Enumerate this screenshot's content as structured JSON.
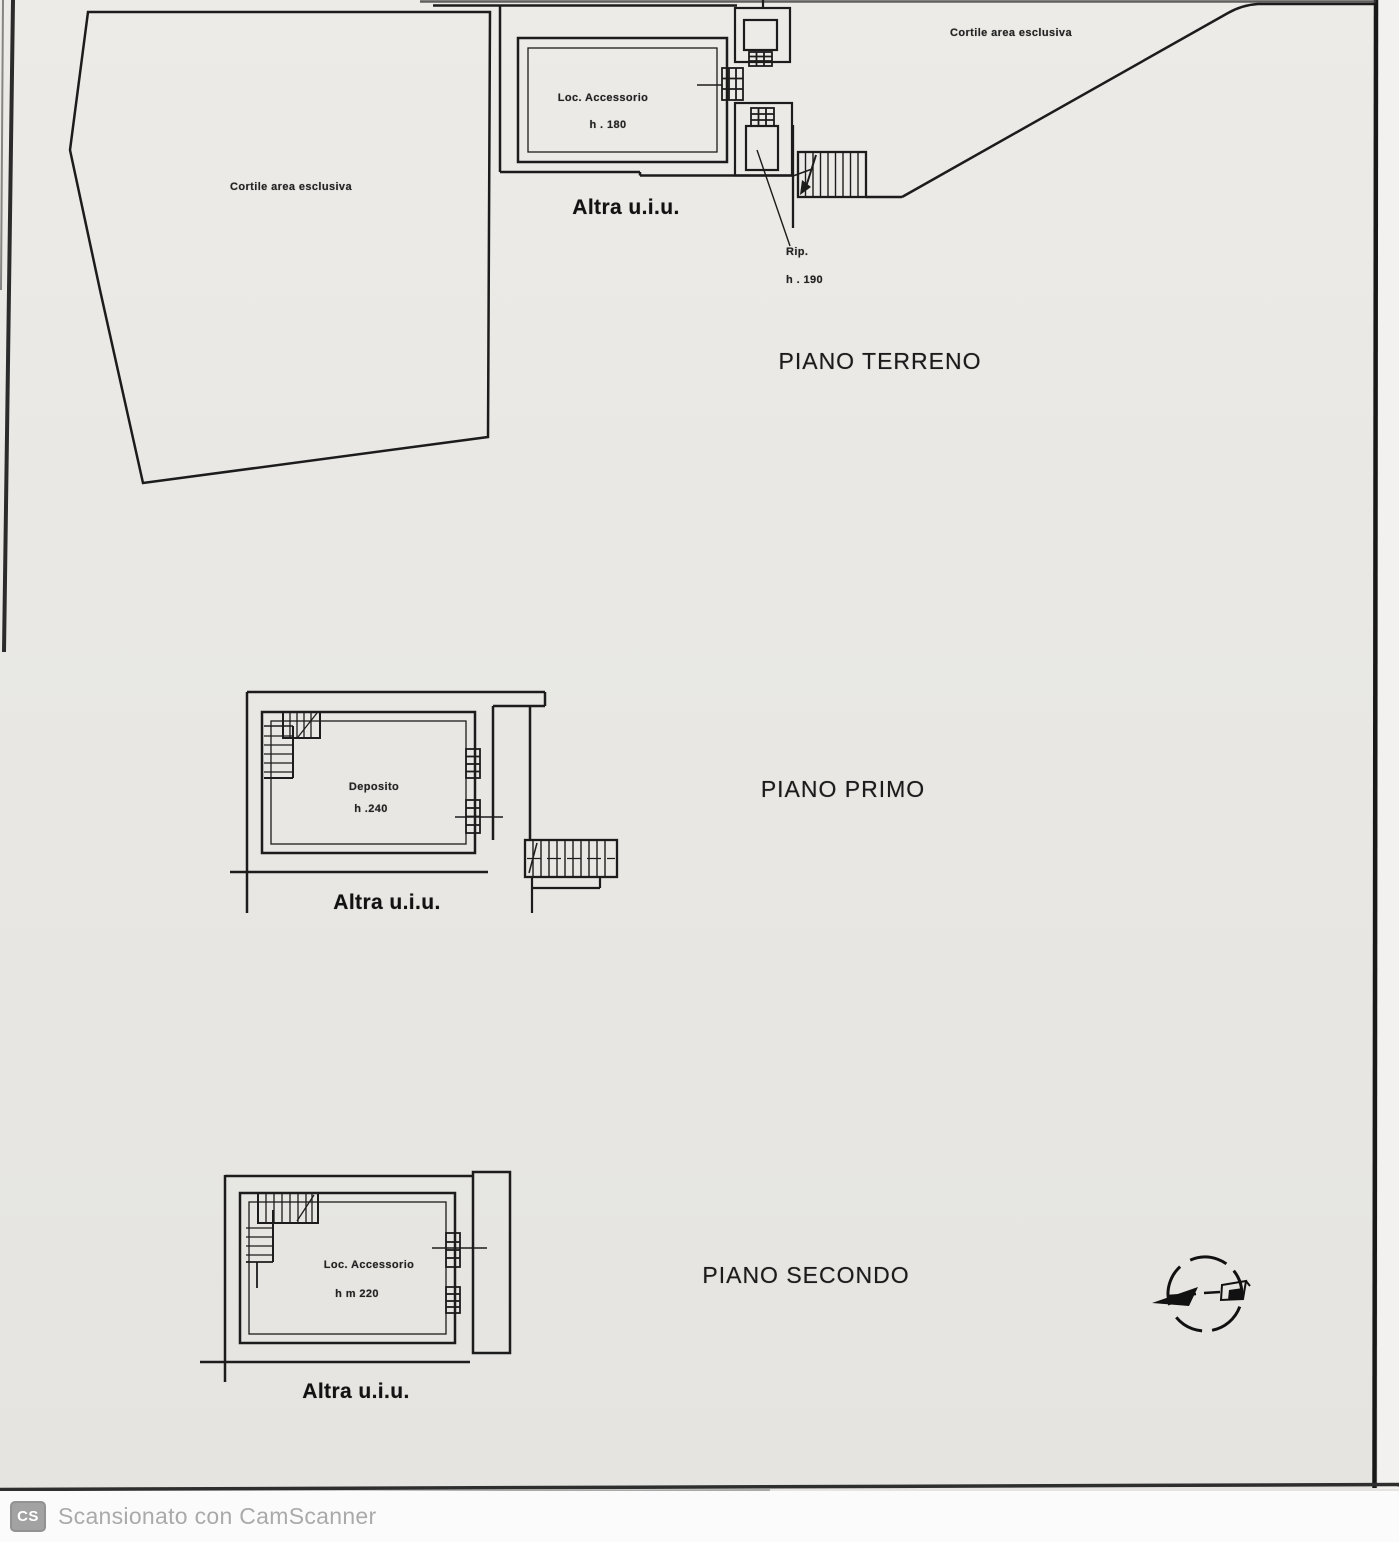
{
  "floors": [
    {
      "title": "PIANO TERRENO",
      "labels": {
        "courtyard_left": "Cortile area esclusiva",
        "courtyard_right": "Cortile area esclusiva",
        "room": "Loc. Accessorio",
        "room_height": "h . 180",
        "other_unit": "Altra u.i.u.",
        "closet": "Rip.",
        "closet_height": "h . 190"
      }
    },
    {
      "title": "PIANO PRIMO",
      "labels": {
        "room": "Deposito",
        "room_height": "h .240",
        "other_unit": "Altra u.i.u."
      }
    },
    {
      "title": "PIANO SECONDO",
      "labels": {
        "room": "Loc. Accessorio",
        "room_height": "h m 220",
        "other_unit": "Altra u.i.u."
      }
    }
  ],
  "footer": {
    "badge": "CS",
    "text": "Scansionato con CamScanner"
  },
  "colors": {
    "ink": "#1c1c1c",
    "paper": "#e8e7e3",
    "footer_text": "#aaaaaa"
  }
}
